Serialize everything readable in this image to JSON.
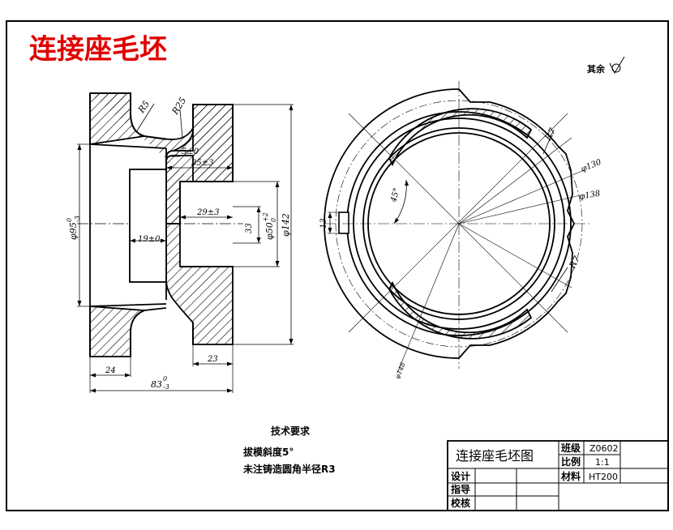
{
  "colors": {
    "title": "#e00000",
    "line": "#000000",
    "background": "#ffffff"
  },
  "header": {
    "title": "连接座毛坯"
  },
  "roughness": {
    "label": "其余"
  },
  "section_view": {
    "dims": {
      "r5": "R5",
      "r25": "R25",
      "d5": "5±0",
      "d35": "35±3",
      "d29": "29±3",
      "d19": "19±0",
      "d33": "33",
      "d23": "23",
      "d24": "24",
      "dia95": "φ95",
      "dia95_tol_up": "0",
      "dia95_tol_low": "-3",
      "dia50": "φ50",
      "dia50_tol_up": "+2",
      "dia50_tol_low": "0",
      "dia142": "φ142",
      "len83": "83",
      "len83_tol_up": "0",
      "len83_tol_low": "-3"
    }
  },
  "end_view": {
    "dims": {
      "r7a": "R7",
      "r7b": "R7",
      "dia130": "φ130",
      "dia138": "φ138",
      "angle45": "45°",
      "d13": "13",
      "dia148": "φ148"
    }
  },
  "notes": {
    "heading": "技术要求",
    "line1": "拔模斜度5°",
    "line2": "未注铸造圆角半径R3"
  },
  "title_block": {
    "part_name": "连接座毛坯图",
    "class_label": "班级",
    "class_value": "Z0602",
    "scale_label": "比例",
    "scale_value": "1:1",
    "material_label": "材料",
    "material_value": "HT200",
    "design_label": "设计",
    "guide_label": "指导",
    "review_label": "校核"
  }
}
